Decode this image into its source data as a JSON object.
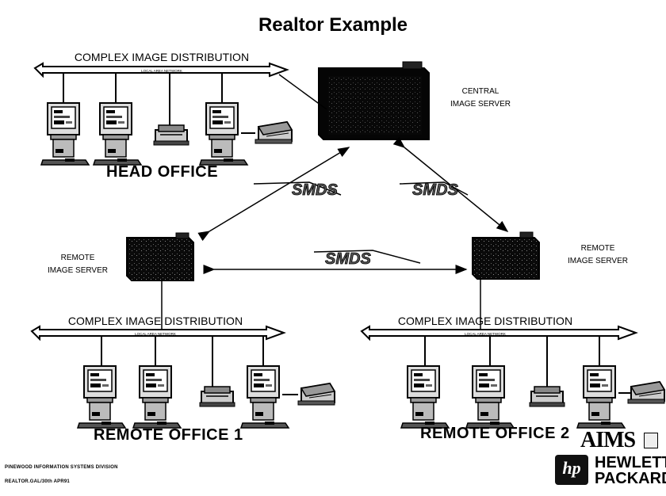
{
  "title": "Realtor Example",
  "central_server": {
    "line1": "CENTRAL",
    "line2": "IMAGE SERVER"
  },
  "remote_server_left": {
    "line1": "REMOTE",
    "line2": "IMAGE SERVER"
  },
  "remote_server_right": {
    "line1": "REMOTE",
    "line2": "IMAGE SERVER"
  },
  "head_office": {
    "bus_label": "COMPLEX IMAGE DISTRIBUTION",
    "bus_sublabel": "LOCAL AREA NETWORK",
    "name": "HEAD OFFICE"
  },
  "remote_office_1": {
    "bus_label": "COMPLEX IMAGE DISTRIBUTION",
    "bus_sublabel": "LOCAL AREA NETWORK",
    "name": "REMOTE OFFICE 1"
  },
  "remote_office_2": {
    "bus_label": "COMPLEX IMAGE DISTRIBUTION",
    "bus_sublabel": "LOCAL AREA NETWORK",
    "name": "REMOTE OFFICE 2"
  },
  "links": [
    "SMDS",
    "SMDS",
    "SMDS"
  ],
  "footer": {
    "division": "PINEWOOD INFORMATION SYSTEMS DIVISION",
    "reference": "REALTOR.GAL/30th APR91"
  },
  "brand": {
    "aims": "AIMS",
    "hp_mark": "hp",
    "hp_line1": "HEWLETT",
    "hp_line2": "PACKARD"
  },
  "icons": [
    "workstation-icon",
    "printer-icon",
    "scanner-icon",
    "server-icon",
    "lightning-link-icon"
  ]
}
